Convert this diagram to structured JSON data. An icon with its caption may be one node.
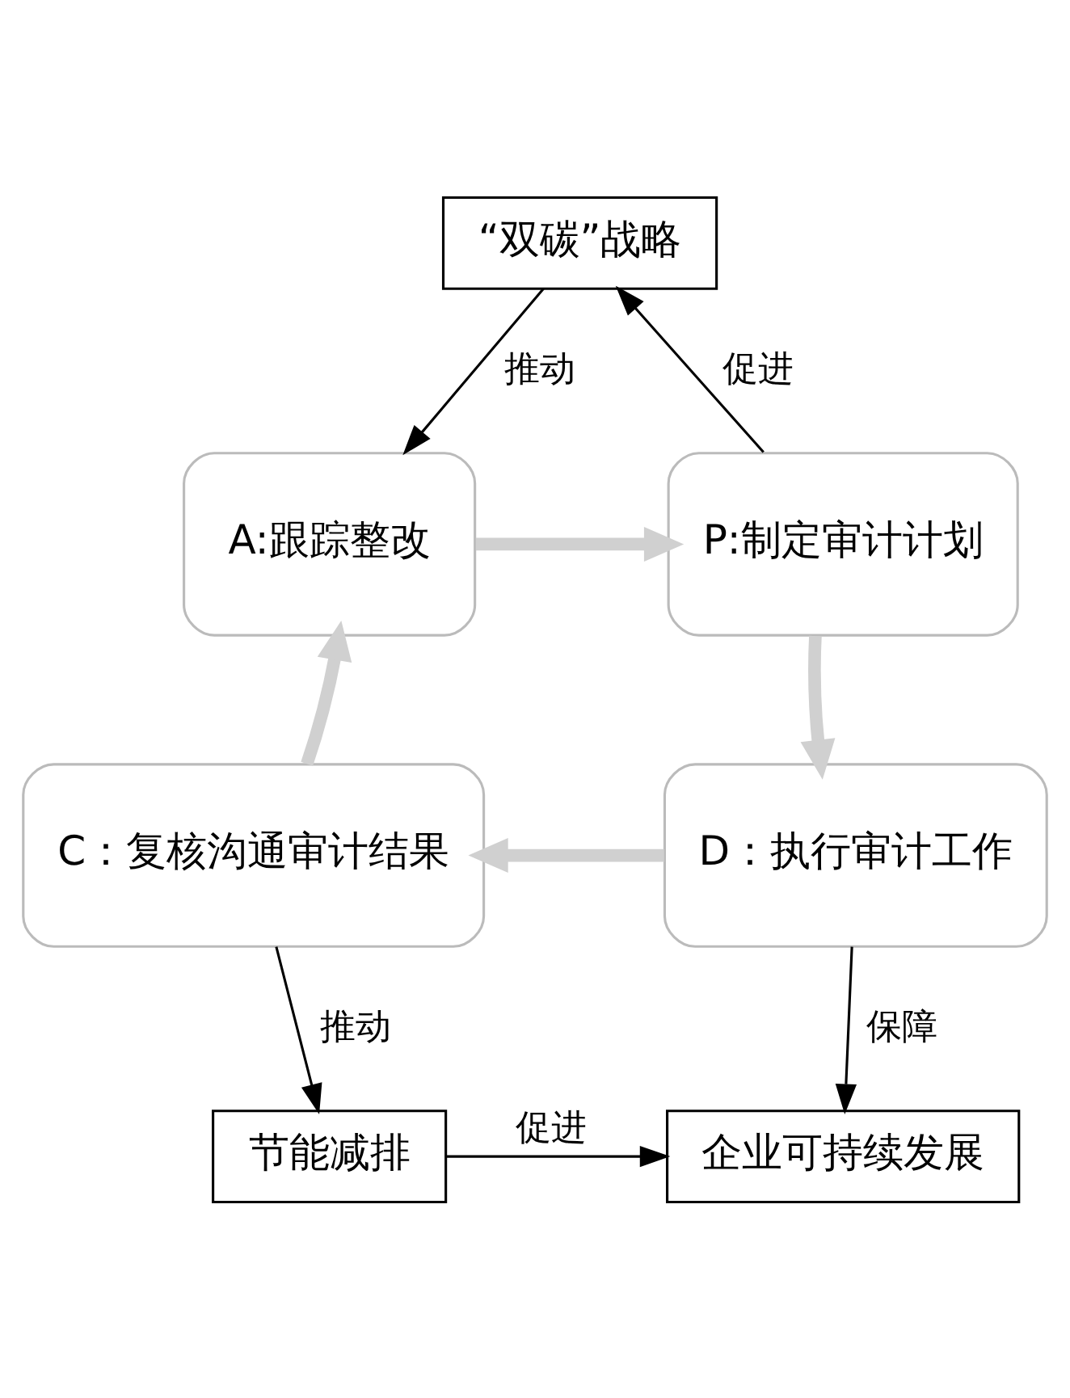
{
  "diagram": {
    "nodes": [
      {
        "text": [
          "“双碳”战略"
        ]
      },
      {
        "text": [
          "A:跟踪整改"
        ]
      },
      {
        "text": [
          "P:制定审计计划"
        ]
      },
      {
        "text": [
          "C：复核沟通审计结果"
        ]
      },
      {
        "text": [
          "D：执行审计工作"
        ]
      },
      {
        "text": [
          "节能减排"
        ]
      },
      {
        "text": [
          "企业可持续发展"
        ]
      }
    ],
    "edges": [
      {
        "from": 0,
        "to": 1,
        "arrow": "to",
        "label": "推动"
      },
      {
        "from": 2,
        "to": 0,
        "arrow": "to",
        "label": "促进"
      },
      {
        "from": 1,
        "to": 2,
        "arrow": "to",
        "style": "thick",
        "color": "#d0d0d0"
      },
      {
        "from": 2,
        "to": 4,
        "arrow": "to",
        "style": "thick",
        "color": "#d0d0d0"
      },
      {
        "from": 4,
        "to": 3,
        "arrow": "to",
        "style": "thick",
        "color": "#d0d0d0"
      },
      {
        "from": 3,
        "to": 1,
        "arrow": "to",
        "style": "thick",
        "color": "#d0d0d0"
      },
      {
        "from": 3,
        "to": 5,
        "arrow": "to",
        "label": "推动"
      },
      {
        "from": 4,
        "to": 6,
        "arrow": "to",
        "label": "保障"
      },
      {
        "from": 5,
        "to": 6,
        "arrow": "to",
        "label": "促进"
      }
    ]
  }
}
